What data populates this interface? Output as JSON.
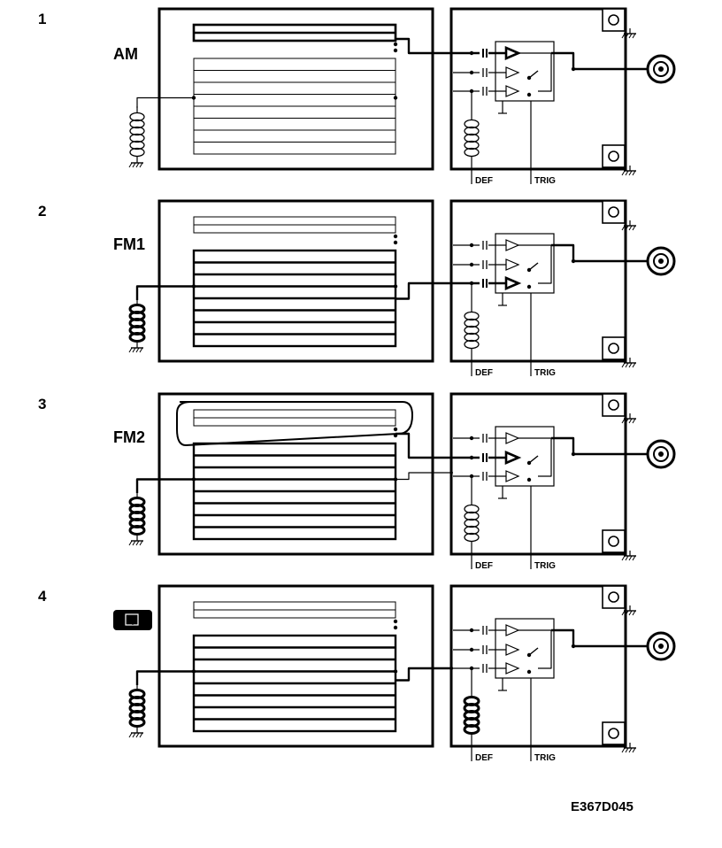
{
  "panels": [
    {
      "number": "1",
      "band": "AM",
      "def_label": "DEF",
      "trig_label": "TRIG"
    },
    {
      "number": "2",
      "band": "FM1",
      "def_label": "DEF",
      "trig_label": "TRIG"
    },
    {
      "number": "3",
      "band": "FM2",
      "def_label": "DEF",
      "trig_label": "TRIG"
    },
    {
      "number": "4",
      "band": "",
      "def_label": "DEF",
      "trig_label": "TRIG"
    }
  ],
  "figure_code": "E367D045"
}
